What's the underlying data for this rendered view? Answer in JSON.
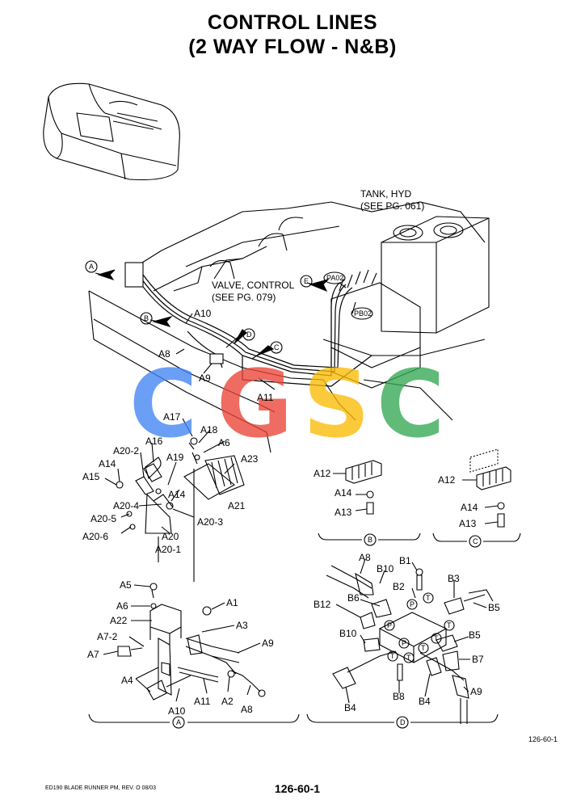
{
  "title": {
    "line1": "CONTROL LINES",
    "line2": "(2 WAY FLOW - N&B)"
  },
  "callouts": {
    "tank": {
      "line1": "TANK, HYD",
      "line2": "(SEE PG. 061)"
    },
    "valve": {
      "line1": "VALVE, CONTROL",
      "line2": "(SEE PG. 079)"
    }
  },
  "view_markers": {
    "A": "A",
    "B": "B",
    "C": "C",
    "D": "D",
    "E": "E"
  },
  "ports": {
    "pa02": "PA02",
    "pb02": "PB02"
  },
  "labels_main": {
    "a10": "A10",
    "a8": "A8",
    "a9": "A9",
    "a11": "A11"
  },
  "labels_bracket": {
    "a17": "A17",
    "a18": "A18",
    "a6": "A6",
    "a16": "A16",
    "a23": "A23",
    "a20_2": "A20-2",
    "a19": "A19",
    "a14a": "A14",
    "a15": "A15",
    "a14b": "A14",
    "a20_4": "A20-4",
    "a21": "A21",
    "a20_3": "A20-3",
    "a20_5": "A20-5",
    "a20_6": "A20-6",
    "a20": "A20",
    "a20_1": "A20-1"
  },
  "labels_A": {
    "a5": "A5",
    "a6": "A6",
    "a1": "A1",
    "a22": "A22",
    "a3": "A3",
    "a7_2": "A7-2",
    "a9": "A9",
    "a7": "A7",
    "a4": "A4",
    "a11": "A11",
    "a2": "A2",
    "a8": "A8",
    "a10": "A10"
  },
  "labels_B": {
    "a12": "A12",
    "a14": "A14",
    "a13": "A13"
  },
  "labels_C": {
    "a12": "A12",
    "a14": "A14",
    "a13": "A13"
  },
  "labels_D": {
    "a8": "A8",
    "b10a": "B10",
    "b1": "B1",
    "b2": "B2",
    "b3": "B3",
    "b12": "B12",
    "b6": "B6",
    "b5a": "B5",
    "b10b": "B10",
    "b5b": "B5",
    "b7": "B7",
    "b8": "B8",
    "b4a": "B4",
    "b4b": "B4",
    "a9": "A9"
  },
  "port_marks": {
    "p": "P",
    "t": "T"
  },
  "watermark": {
    "letters": [
      "C",
      "G",
      "S",
      "C"
    ],
    "colors": [
      "#4285f4",
      "#ea4335",
      "#fbbc05",
      "#34a853"
    ]
  },
  "page_ref": "126-60-1",
  "footer": {
    "left": "ED190 BLADE RUNNER PM, REV. O 08/03",
    "center": "126-60-1"
  }
}
